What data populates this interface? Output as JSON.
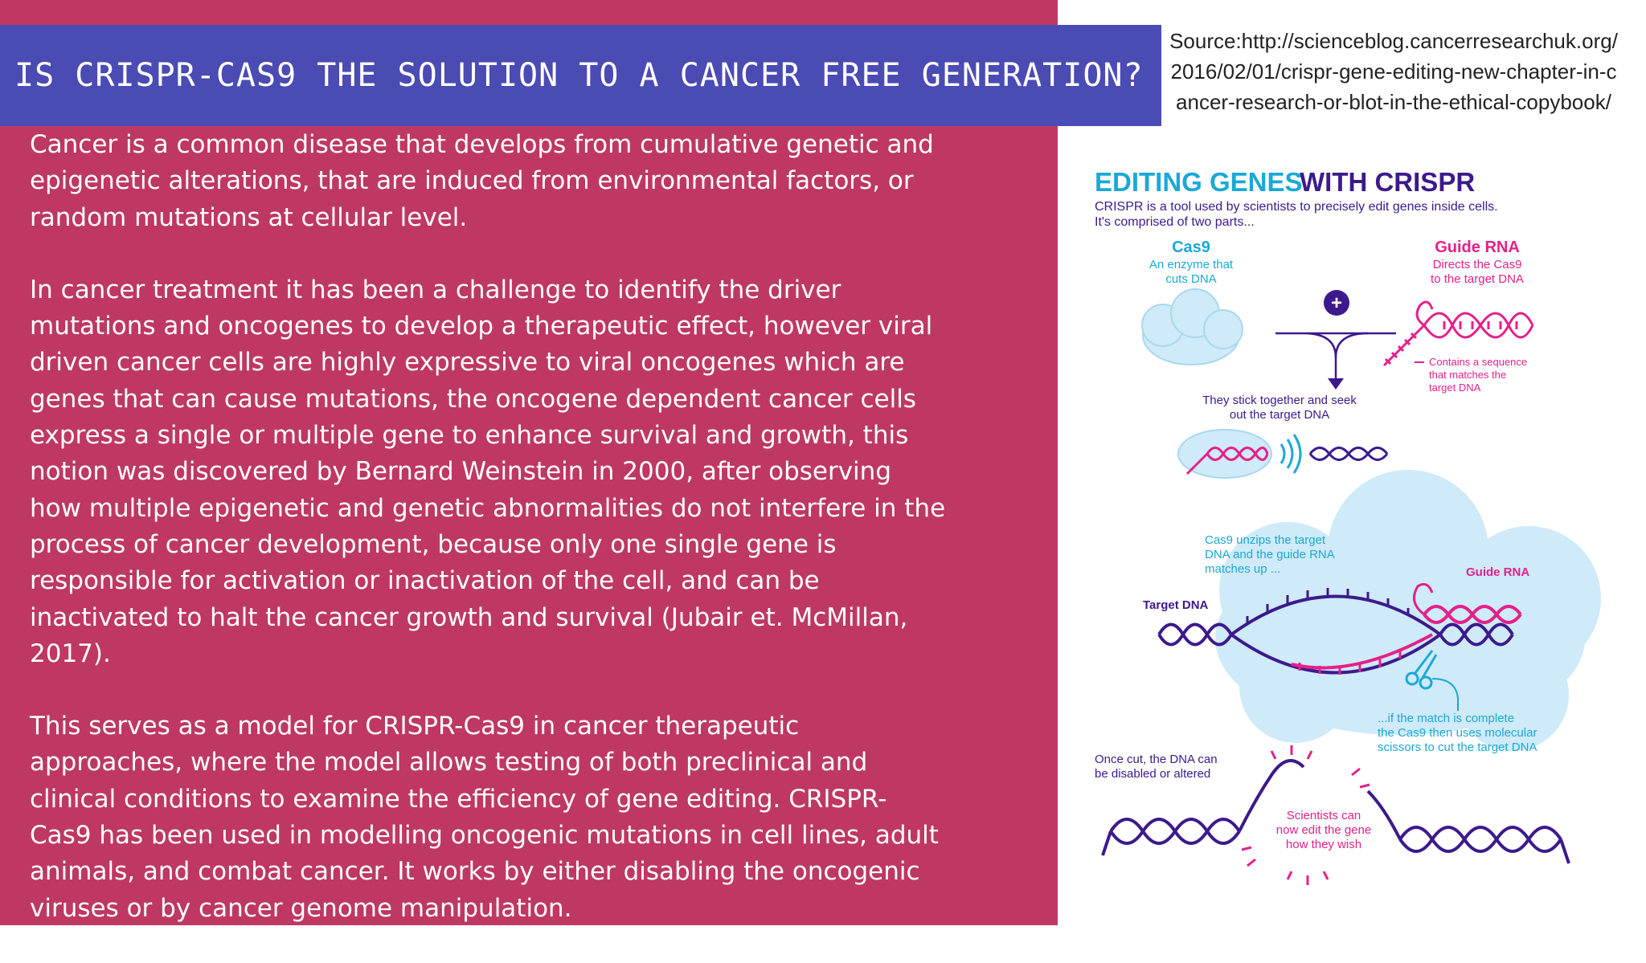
{
  "title": "IS CRISPR-CAS9 THE SOLUTION TO A CANCER FREE GENERATION?",
  "paragraphs": [
    "Cancer is a common disease that develops from cumulative genetic and epigenetic alterations, that are induced from environmental factors, or random mutations at cellular level.",
    "In cancer treatment it has been a challenge to identify the driver mutations and oncogenes to develop a therapeutic effect, however viral driven cancer cells are highly expressive to viral oncogenes which are genes that can cause mutations, the oncogene dependent cancer cells express a single or multiple gene to enhance survival and growth, this notion was discovered by Bernard Weinstein in 2000, after observing how multiple epigenetic and genetic abnormalities do not interfere in the process of cancer development, because only one single gene is responsible for activation or inactivation of the cell, and can be inactivated to halt the cancer growth and survival (Jubair et. McMillan, 2017).",
    "This serves as a model for CRISPR-Cas9 in cancer therapeutic approaches, where the model allows testing of both preclinical and clinical conditions to examine the efficiency of gene editing. CRISPR-Cas9 has been used in modelling oncogenic mutations in cell lines, adult animals, and combat cancer. It works by either disabling the oncogenic viruses or by cancer genome manipulation."
  ],
  "source": "Source:http://scienceblog.cancerresearchuk.org/2016/02/01/crispr-gene-editing-new-chapter-in-cancer-research-or-blot-in-the-ethical-copybook/",
  "infographic": {
    "heading_part1": "EDITING GENES",
    "heading_part2": "WITH CRISPR",
    "intro_line1": "CRISPR is a tool used by scientists to precisely edit genes inside cells.",
    "intro_line2": "It's comprised of two parts...",
    "cas9_title": "Cas9",
    "cas9_desc_line1": "An enzyme that",
    "cas9_desc_line2": "cuts DNA",
    "guide_title": "Guide RNA",
    "guide_desc_line1": "Directs the Cas9",
    "guide_desc_line2": "to the target DNA",
    "plus": "+",
    "contains_line1": "Contains a sequence",
    "contains_line2": "that matches the",
    "contains_line3": "target DNA",
    "stick_line1": "They stick together and seek",
    "stick_line2": "out the target DNA",
    "unzip_line1": "Cas9 unzips the target",
    "unzip_line2": "DNA and the guide RNA",
    "unzip_line3": "matches up ...",
    "guide_rna_label": "Guide RNA",
    "target_dna_label": "Target DNA",
    "match_line1": "...if the match is complete",
    "match_line2": "the Cas9 then uses molecular",
    "match_line3": "scissors to cut the target DNA",
    "cut_line1": "Once cut, the DNA can",
    "cut_line2": "be disabled or altered",
    "edit_line1": "Scientists can",
    "edit_line2": "now edit the gene",
    "edit_line3": "how they wish"
  },
  "colors": {
    "panel": "#be3863",
    "title_bar": "#4b4bb4",
    "crispr_cyan": "#1aa9d6",
    "crispr_purple": "#3c1a8c",
    "crispr_pink": "#e5208a",
    "cloud": "#cfeaf8"
  }
}
